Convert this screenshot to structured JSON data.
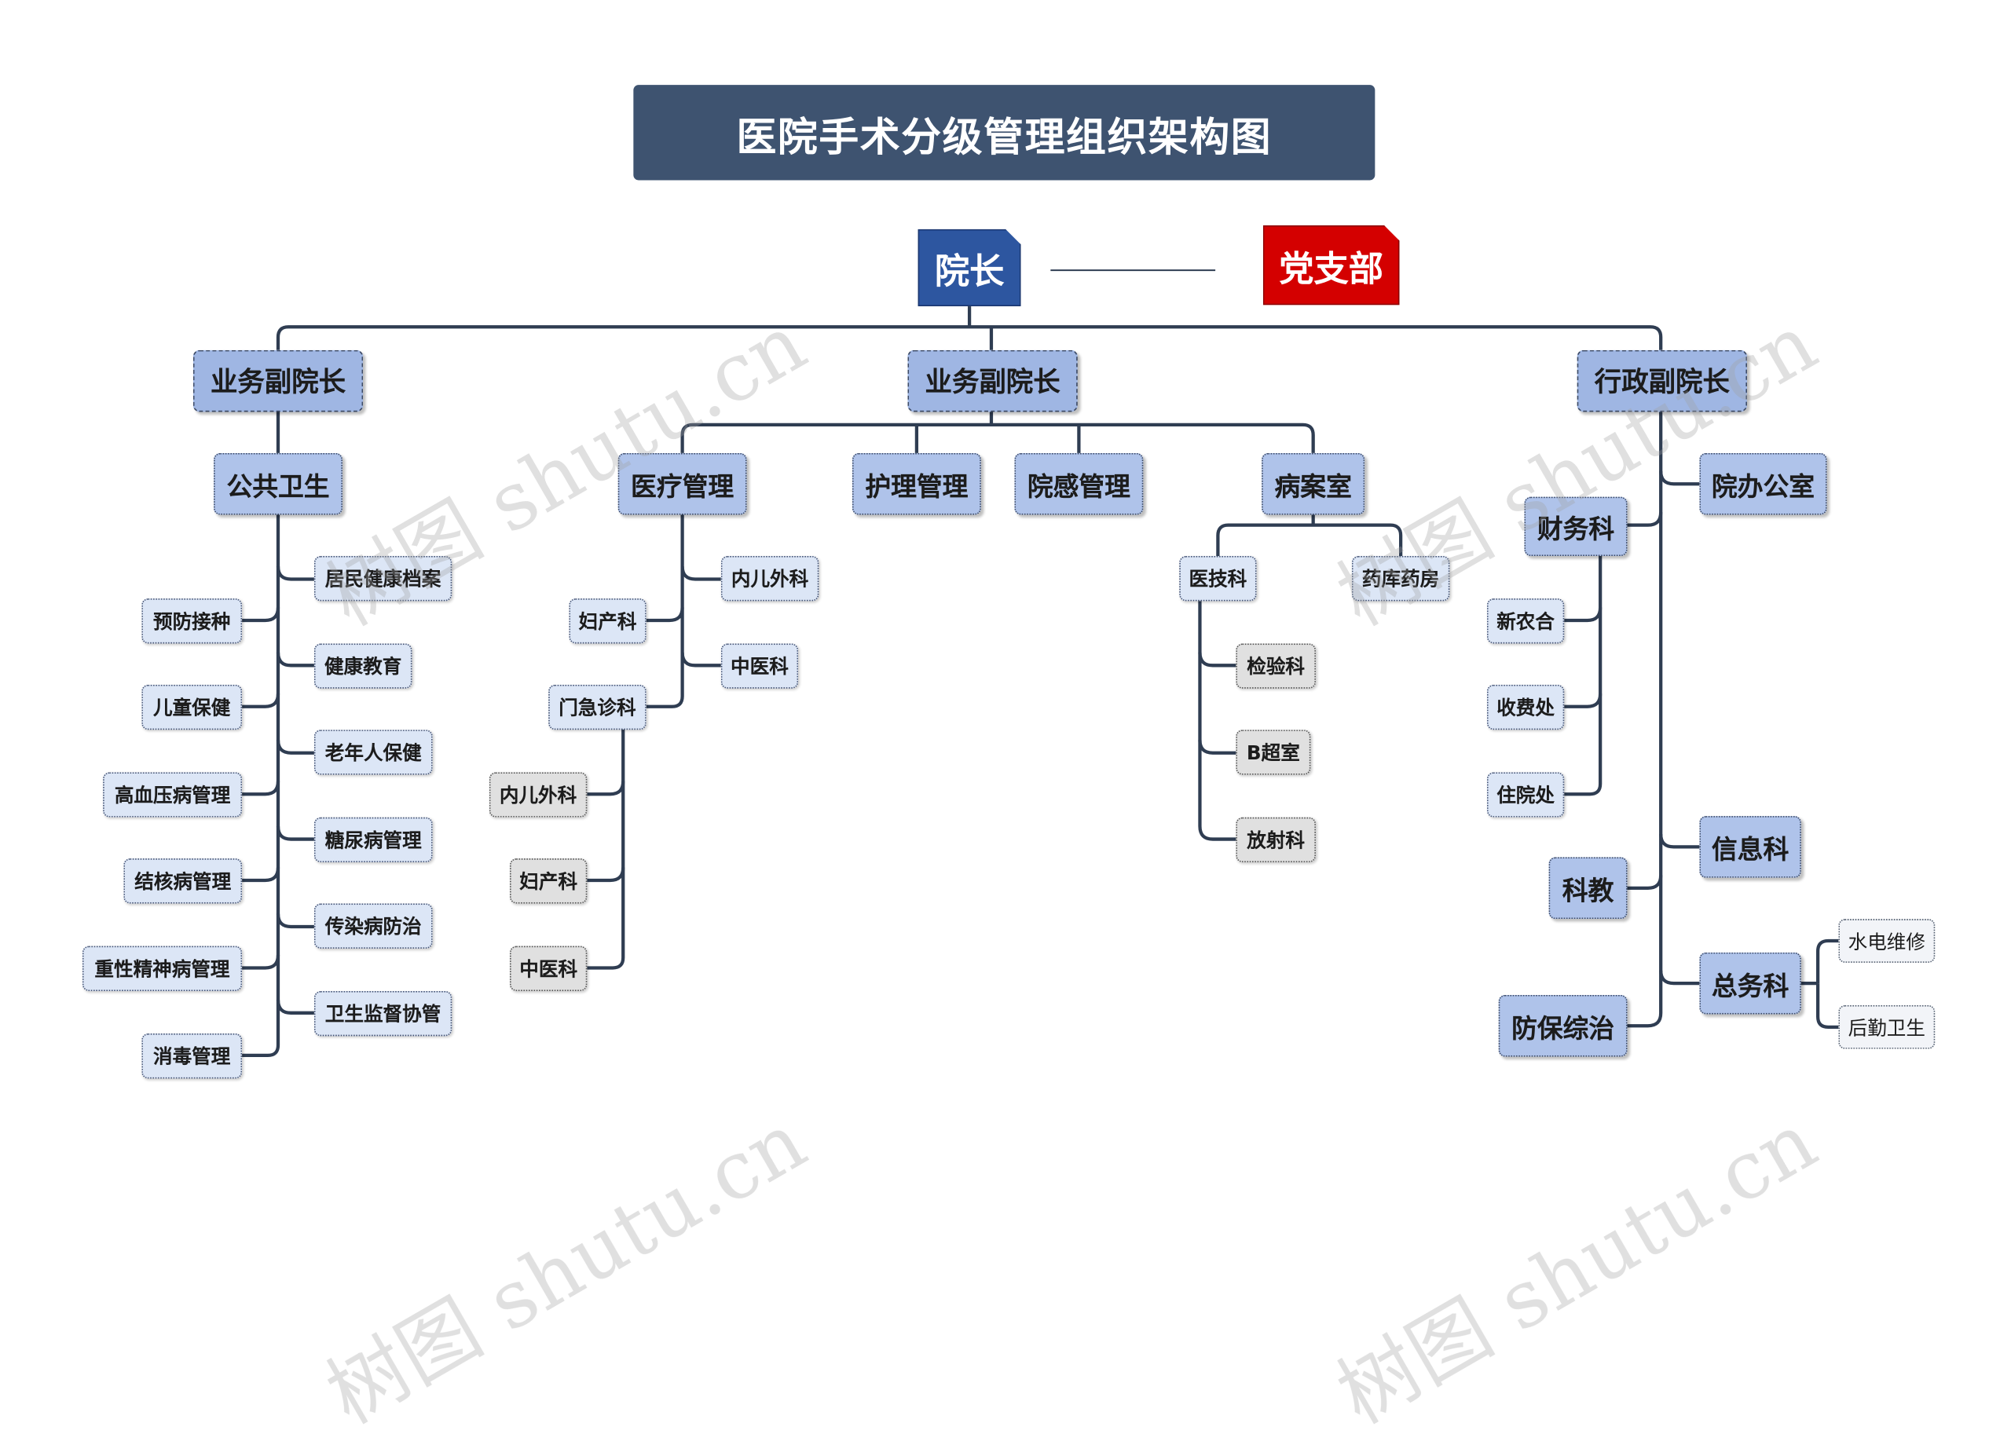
{
  "title": "医院手术分级管理组织架构图",
  "top": {
    "president": "院长",
    "party": "党支部"
  },
  "colors": {
    "title_bg": "#3e5370",
    "president_bg": "#2d56a0",
    "party_bg": "#d40000",
    "level1_bg": "#9fb6e3",
    "level2_bg": "#afc3ea",
    "leaf_bg": "#dce6f6",
    "leaf_gray_bg": "#e0e0e0",
    "line": "#2f3d52"
  },
  "branches": [
    {
      "label": "业务副院长",
      "children": [
        {
          "label": "公共卫生",
          "children": [
            "居民健康档案",
            "预防接种",
            "健康教育",
            "儿童保健",
            "老年人保健",
            "高血压病管理",
            "糖尿病管理",
            "结核病管理",
            "传染病防治",
            "重性精神病管理",
            "卫生监督协管",
            "消毒管理"
          ]
        }
      ]
    },
    {
      "label": "业务副院长",
      "children": [
        {
          "label": "医疗管理",
          "children": [
            {
              "label": "内儿外科"
            },
            {
              "label": "妇产科"
            },
            {
              "label": "中医科"
            },
            {
              "label": "门急诊科",
              "children": [
                "内儿外科",
                "妇产科",
                "中医科"
              ]
            }
          ]
        },
        {
          "label": "护理管理"
        },
        {
          "label": "院感管理"
        },
        {
          "label": "病案室",
          "children": [
            {
              "label": "医技科",
              "children": [
                "检验科",
                "B超室",
                "放射科"
              ]
            },
            {
              "label": "药库药房"
            }
          ]
        }
      ]
    },
    {
      "label": "行政副院长",
      "children": [
        {
          "label": "院办公室"
        },
        {
          "label": "财务科",
          "children": [
            "新农合",
            "收费处",
            "住院处"
          ]
        },
        {
          "label": "信息科"
        },
        {
          "label": "科教"
        },
        {
          "label": "总务科",
          "children": [
            "水电维修",
            "后勤卫生"
          ]
        },
        {
          "label": "防保综治"
        }
      ]
    }
  ],
  "watermark": "树图 shutu.cn"
}
